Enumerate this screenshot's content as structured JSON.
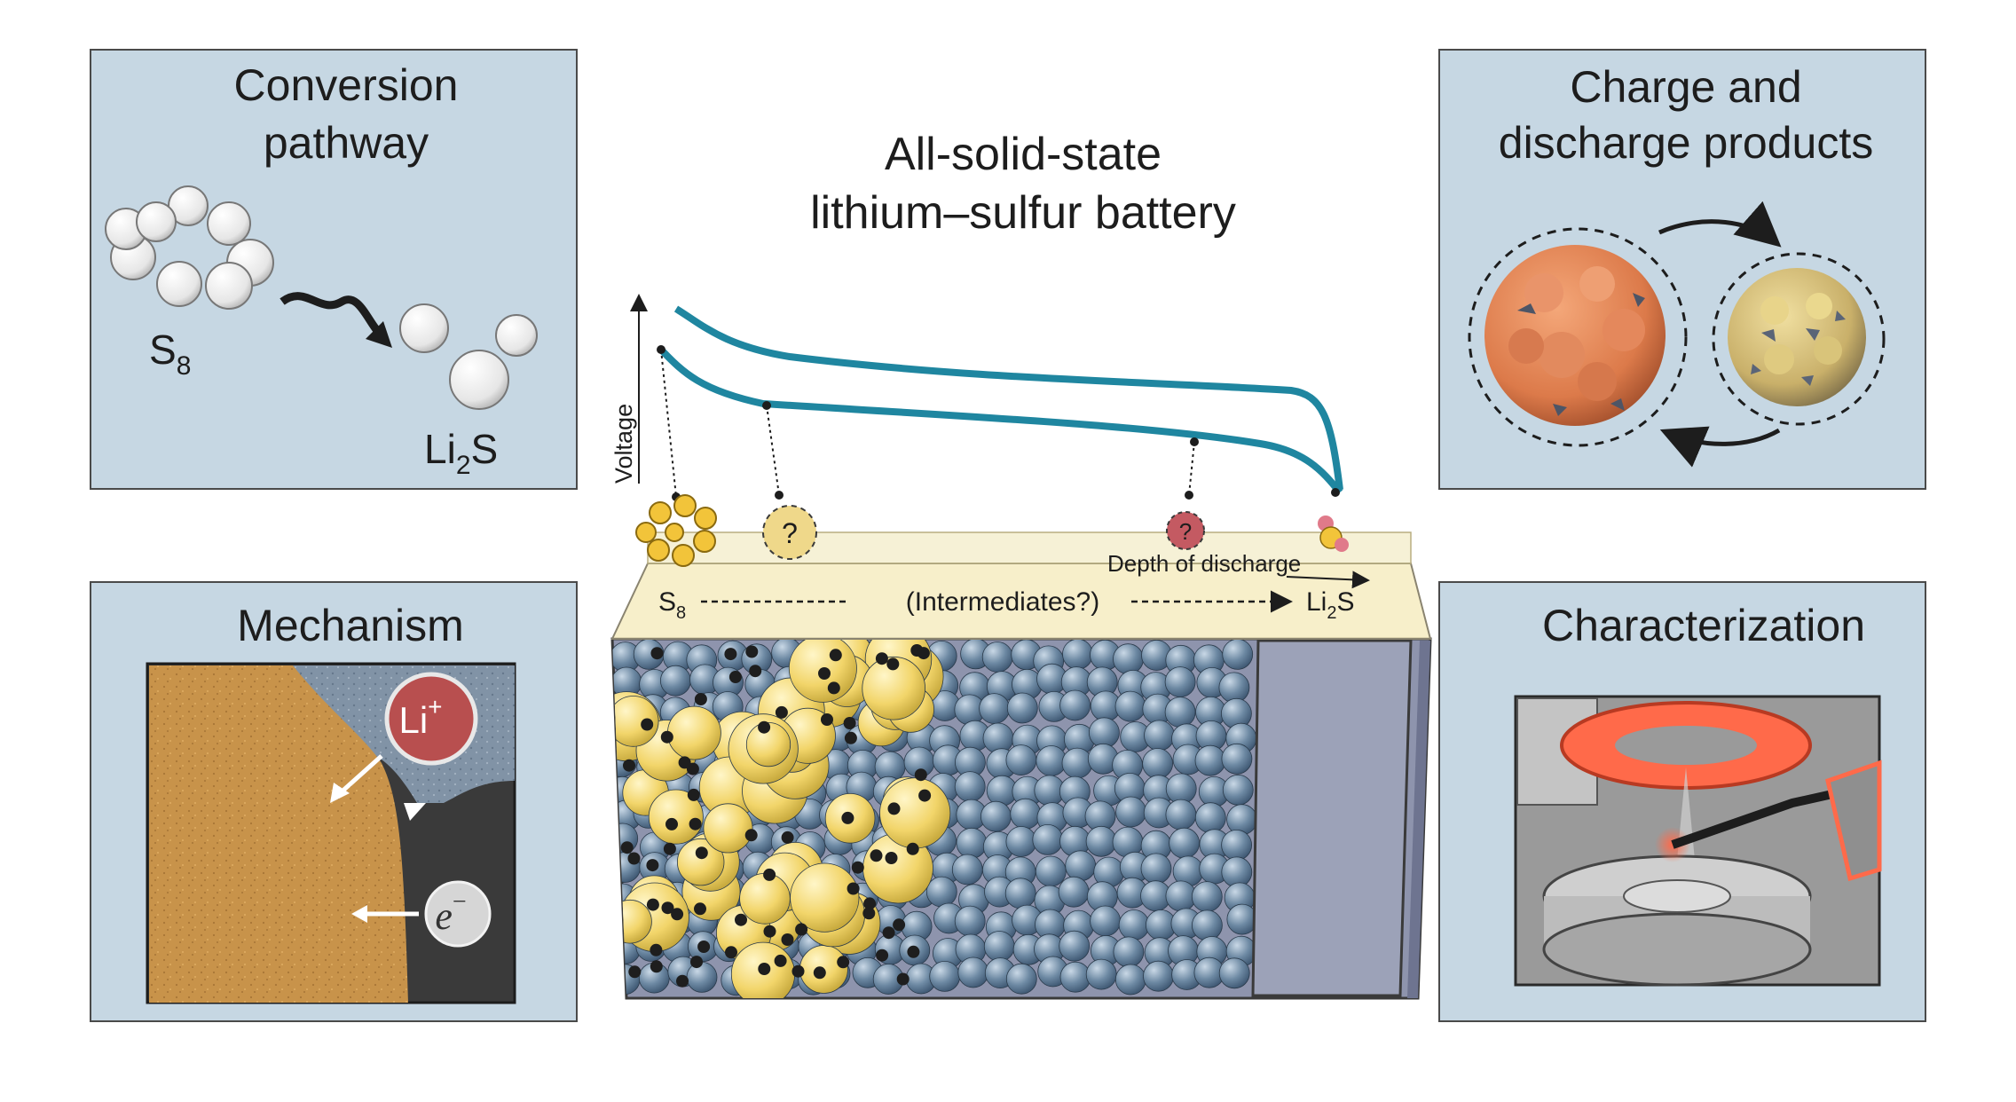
{
  "title": {
    "line1": "All-solid-state",
    "line2": "lithium–sulfur battery"
  },
  "panels": {
    "conversion": {
      "title_line1": "Conversion",
      "title_line2": "pathway",
      "reactant": "S",
      "reactant_sub": "8",
      "product_a": "Li",
      "product_sub": "2",
      "product_b": "S"
    },
    "products": {
      "title_line1": "Charge and",
      "title_line2": "discharge products"
    },
    "mechanism": {
      "title": "Mechanism",
      "ion": "Li",
      "ion_sup": "+",
      "electron": "e",
      "electron_sup": "−"
    },
    "characterization": {
      "title": "Characterization"
    }
  },
  "plot": {
    "y_axis_label": "Voltage",
    "x_axis_label": "Depth of discharge",
    "unknown_marker": "?",
    "path_start": "S",
    "path_start_sub": "8",
    "path_middle": "(Intermediates?)",
    "path_end_a": "Li",
    "path_end_sub": "2",
    "path_end_b": "S"
  },
  "colors": {
    "panel_bg": "#c6d7e3",
    "curve": "#1f86a0",
    "sulfur": "#f2d56a",
    "electrolyte": "#6d89a3",
    "li2s": "#dc7a4a",
    "li_ion": "#b84f4f"
  }
}
